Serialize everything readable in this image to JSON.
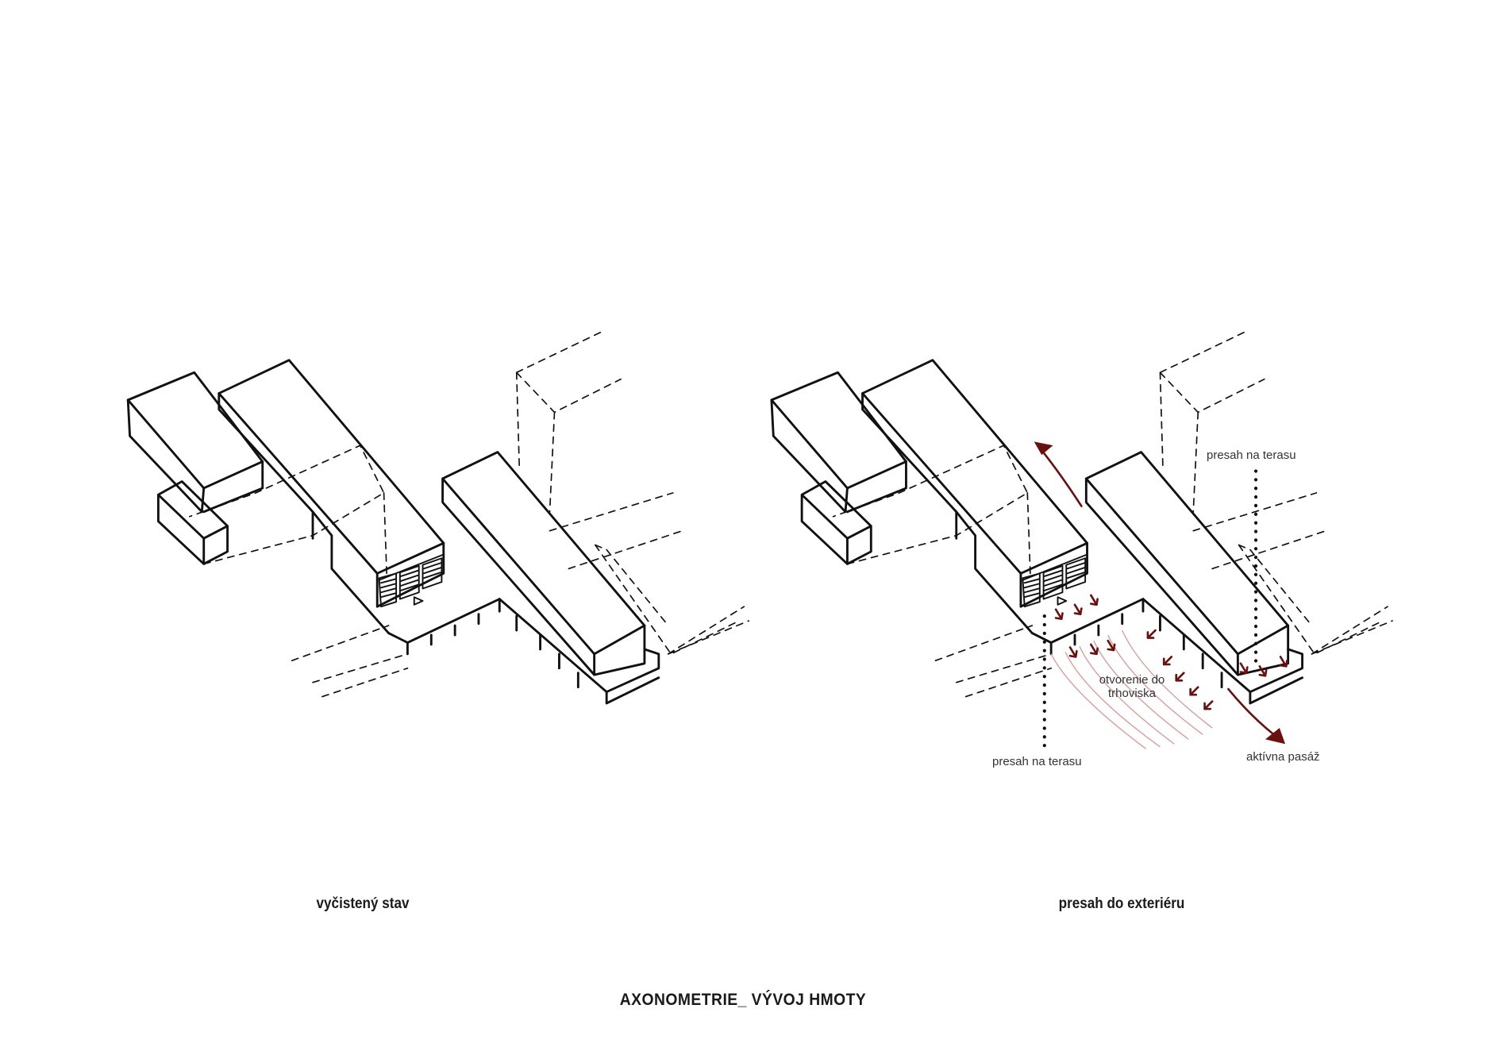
{
  "diagrams": [
    {
      "caption": "vyčistený stav"
    },
    {
      "caption": "presah do exteriéru",
      "annotations": {
        "top_right": "presah na terasu",
        "bottom_left": "presah na terasu",
        "center_line1": "otvorenie do",
        "center_line2": "trhoviska",
        "bottom_right": "aktívna pasáž"
      }
    }
  ],
  "title": "AXONOMETRIE_ VÝVOJ HMOTY",
  "colors": {
    "ink": "#111111",
    "accent": "#6b0f0f",
    "hatch": "#d9a0a0"
  }
}
